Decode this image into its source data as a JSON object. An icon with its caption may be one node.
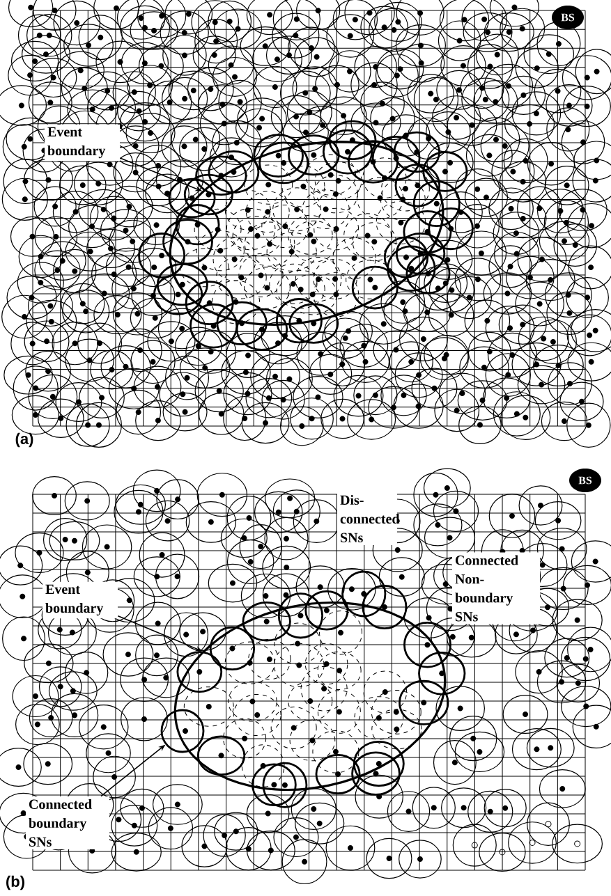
{
  "diagram": {
    "nodes": [
      {
        "text": [
          "BS"
        ]
      },
      {
        "text": [
          "Event boundary"
        ]
      },
      {
        "text": [],
        "shape": "ellipse"
      },
      {
        "text": [
          "BS"
        ]
      },
      {
        "text": [
          "Dis- connected SNs"
        ]
      },
      {
        "text": [
          "Connected Non-boundary SNs"
        ]
      },
      {
        "text": [
          "Event boundary"
        ]
      },
      {
        "text": [],
        "shape": "ellipse"
      },
      {
        "text": [
          "Connected boundary SNs"
        ]
      },
      {
        "text": [],
        "shape": "circle"
      }
    ],
    "edges": [
      {
        "from": 1,
        "to": 2,
        "arrow": "to"
      },
      {
        "from": 6,
        "to": 7,
        "arrow": "to"
      },
      {
        "from": 8,
        "to": 9,
        "arrow": "to"
      }
    ],
    "labels": [
      "(a)",
      "(b)"
    ]
  }
}
